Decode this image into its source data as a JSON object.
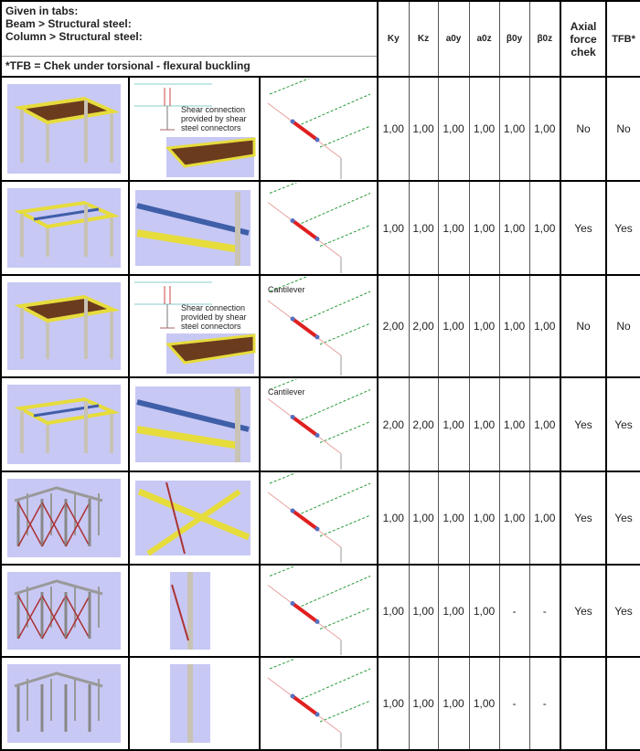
{
  "header": {
    "given_lines": [
      "Given in tabs:",
      "Beam > Structural steel:",
      "Column > Structural steel:"
    ],
    "note": "*TFB = Chek under torsional - flexural buckling",
    "columns": [
      "Ky",
      "Kz",
      "a0y",
      "a0z",
      "β0y",
      "β0z",
      "Axial force chek",
      "TFB*"
    ]
  },
  "colors": {
    "model_bg": "#c8c8f5",
    "beam": "#e6dc3c",
    "column": "#c8c3b4",
    "highlight": "#e02020",
    "bracing": "#2a9a3a"
  },
  "rows": [
    {
      "model": "floor-with-deck",
      "detail": "shear-connection",
      "detail_text": "Shear connection provided by shear steel connectors",
      "diagram_label": "",
      "values": [
        "1,00",
        "1,00",
        "1,00",
        "1,00",
        "1,00",
        "1,00"
      ],
      "axial": "No",
      "tfb": "No"
    },
    {
      "model": "floor-frame",
      "detail": "beam-closeup",
      "detail_text": "",
      "diagram_label": "",
      "values": [
        "1,00",
        "1,00",
        "1,00",
        "1,00",
        "1,00",
        "1,00"
      ],
      "axial": "Yes",
      "tfb": "Yes"
    },
    {
      "model": "cantilever-deck",
      "detail": "shear-connection",
      "detail_text": "Shear connection provided by shear steel connectors",
      "diagram_label": "Cantilever",
      "values": [
        "2,00",
        "2,00",
        "1,00",
        "1,00",
        "1,00",
        "1,00"
      ],
      "axial": "No",
      "tfb": "No"
    },
    {
      "model": "cantilever-frame",
      "detail": "beam-closeup",
      "detail_text": "",
      "diagram_label": "Cantilever",
      "values": [
        "2,00",
        "2,00",
        "1,00",
        "1,00",
        "1,00",
        "1,00"
      ],
      "axial": "Yes",
      "tfb": "Yes"
    },
    {
      "model": "braced-hall",
      "detail": "bracing-closeup",
      "detail_text": "",
      "diagram_label": "",
      "values": [
        "1,00",
        "1,00",
        "1,00",
        "1,00",
        "1,00",
        "1,00"
      ],
      "axial": "Yes",
      "tfb": "Yes"
    },
    {
      "model": "braced-hall",
      "detail": "column-bracing",
      "detail_text": "",
      "diagram_label": "",
      "values": [
        "1,00",
        "1,00",
        "1,00",
        "1,00",
        "-",
        "-"
      ],
      "axial": "Yes",
      "tfb": "Yes"
    },
    {
      "model": "hall",
      "detail": "column",
      "detail_text": "",
      "diagram_label": "",
      "values": [
        "1,00",
        "1,00",
        "1,00",
        "1,00",
        "-",
        "-"
      ],
      "axial": "",
      "tfb": ""
    }
  ]
}
